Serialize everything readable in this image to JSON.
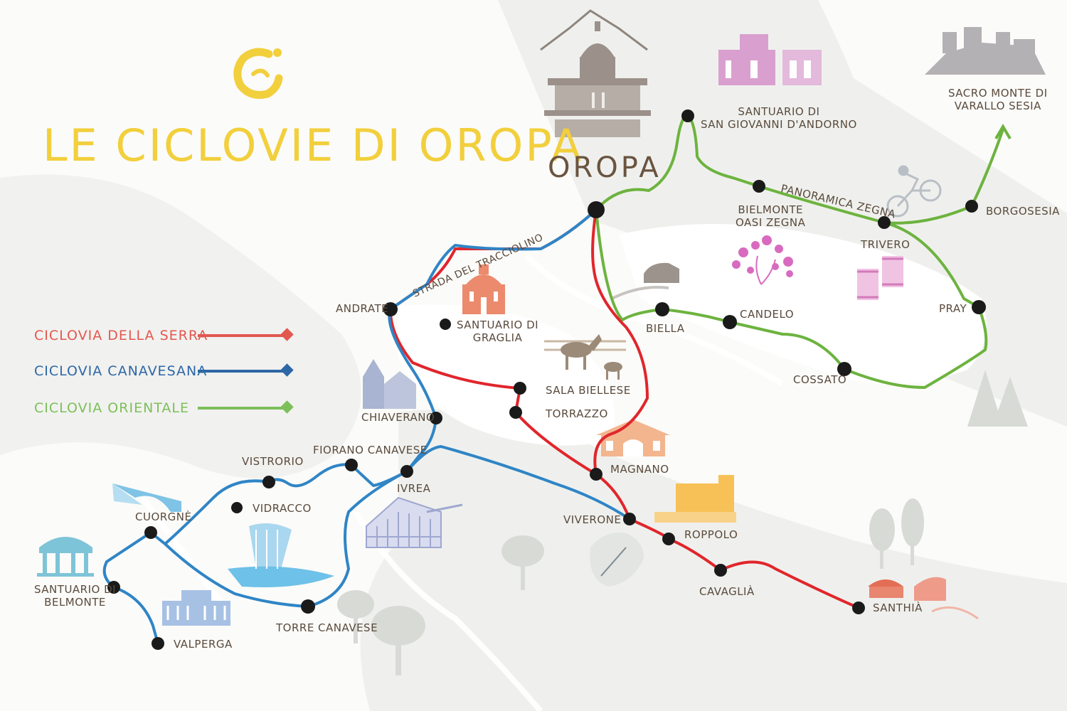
{
  "title": "LE CICLOVIE DI OROPA",
  "legend": [
    {
      "label": "CICLOVIA DELLA SERRA",
      "color": "#e2584f"
    },
    {
      "label": "CICLOVIA CANAVESANA",
      "color": "#2d67a6"
    },
    {
      "label": "CICLOVIA ORIENTALE",
      "color": "#7dbf5a"
    }
  ],
  "routes": {
    "serra": "#e0262c",
    "canavesana": "#2f85c6",
    "orientale": "#6db33f"
  },
  "places": {
    "oropa": "OROPA",
    "santuario_san_giovanni_1": "SANTUARIO DI",
    "santuario_san_giovanni_2": "SAN GIOVANNI D'ANDORNO",
    "sacro_monte_1": "SACRO MONTE DI",
    "sacro_monte_2": "VARALLO SESIA",
    "panoramica_zegna": "PANORAMICA ZEGNA",
    "bielmonte_1": "BIELMONTE",
    "bielmonte_2": "OASI ZEGNA",
    "trivero": "TRIVERO",
    "borgosesia": "BORGOSESIA",
    "pray": "PRAY",
    "biella": "BIELLA",
    "candelo": "CANDELO",
    "cossato": "COSSATO",
    "strada_tracciolino": "STRADA DEL TRACCIOLINO",
    "andrate": "ANDRATE",
    "santuario_graglia_1": "SANTUARIO DI",
    "santuario_graglia_2": "GRAGLIA",
    "sala_biellese": "SALA BIELLESE",
    "torrazzo": "TORRAZZO",
    "chiaverano": "CHIAVERANO",
    "magnano": "MAGNANO",
    "fiorano": "FIORANO CANAVESE",
    "vistrorio": "VISTRORIO",
    "ivrea": "IVREA",
    "vidracco": "VIDRACCO",
    "cuorgne": "CUORGNÈ",
    "viverone": "VIVERONE",
    "roppolo": "ROPPOLO",
    "cavaglia": "CAVAGLIÀ",
    "santhia": "SANTHIÀ",
    "santuario_belmonte_1": "SANTUARIO DI",
    "santuario_belmonte_2": "BELMONTE",
    "torre_canavese": "TORRE CANAVESE",
    "valperga": "VALPERGA"
  },
  "icons": [
    "oropa-basilica-icon",
    "mountain-icon",
    "santuario-andorno-icon",
    "sacro-monte-icon",
    "cyclist-icon",
    "flower-icon",
    "spools-icon",
    "train-icon",
    "graglia-church-icon",
    "donkey-icon",
    "chiaverano-church-icon",
    "magnano-church-icon",
    "roppolo-castle-icon",
    "ivrea-building-icon",
    "vidracco-waterfall-icon",
    "cuorgne-bridge-icon",
    "belmonte-sanctuary-icon",
    "torre-villa-icon",
    "viverone-lake-icon",
    "santhia-station-icon",
    "tree-icon"
  ]
}
